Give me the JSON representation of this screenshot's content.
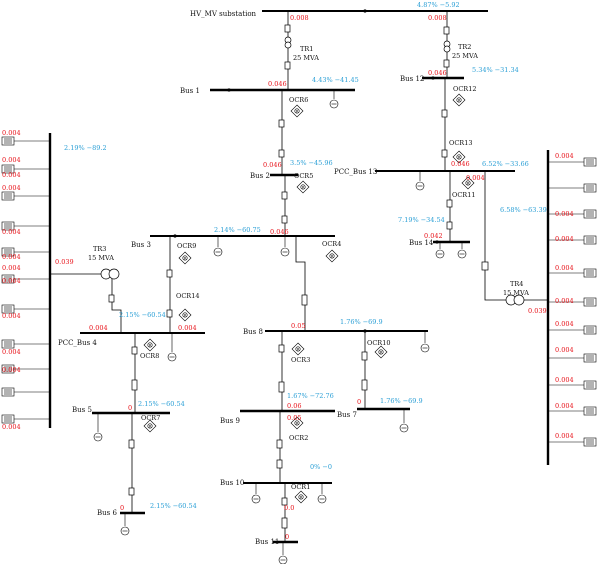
{
  "buses": {
    "hvmv": "HV_MV substation",
    "b1": "Bus 1",
    "b2": "Bus 2",
    "b3": "Bus 3",
    "pcc4": "PCC_Bus 4",
    "b5": "Bus 5",
    "b6": "Bus 6",
    "b7": "Bus 7",
    "b8": "Bus 8",
    "b9": "Bus 9",
    "b10": "Bus 10",
    "b11": "Bus 11",
    "b12": "Bus 12",
    "pcc13": "PCC_Bus 13",
    "b14": "Bus 14"
  },
  "transformers": {
    "tr1": {
      "name": "TR1",
      "rating": "25 MVA"
    },
    "tr2": {
      "name": "TR2",
      "rating": "25 MVA"
    },
    "tr3": {
      "name": "TR3",
      "rating": "15 MVA"
    },
    "tr4": {
      "name": "TR4",
      "rating": "15 MVA"
    }
  },
  "relays": {
    "ocr1": "OCR1",
    "ocr2": "OCR2",
    "ocr3": "OCR3",
    "ocr4": "OCR4",
    "ocr5": "OCR5",
    "ocr6": "OCR6",
    "ocr7": "OCR7",
    "ocr8": "OCR8",
    "ocr9": "OCR9",
    "ocr10": "OCR10",
    "ocr11": "OCR11",
    "ocr12": "OCR12",
    "ocr13": "OCR13",
    "ocr14": "OCR14",
    "symbol": "R"
  },
  "red_values": {
    "v_0008": "0.008",
    "v_0046": "0.046",
    "v_0042": "0.042",
    "v_0039": "0.039",
    "v_0004": "0.004",
    "v_005": "0.05",
    "v_006": "0.06",
    "v_0": "0",
    "v_00": "0.0"
  },
  "blue_values": {
    "hvmv_right": "4.87% −5.92",
    "tr1_bus1": "4.43% −41.45",
    "tr2_bus12": "5.34% −31.34",
    "bus2": "3.5% −45.96",
    "pcc13_top": "6.52% −33.66",
    "pcc13_left": "7.19% −34.54",
    "bus3": "2.14% −60.75",
    "left_pv": "2.19% −89.2",
    "right_pv": "6.58% −63.39",
    "pcc4": "2.15% −60.54",
    "bus5": "2.15% −60.54",
    "bus6": "2.15% −60.54",
    "bus8": "1.76% −69.9",
    "bus7": "1.76% −69.9",
    "bus9": "1.67% −72.76",
    "bus10": "0% −0"
  }
}
